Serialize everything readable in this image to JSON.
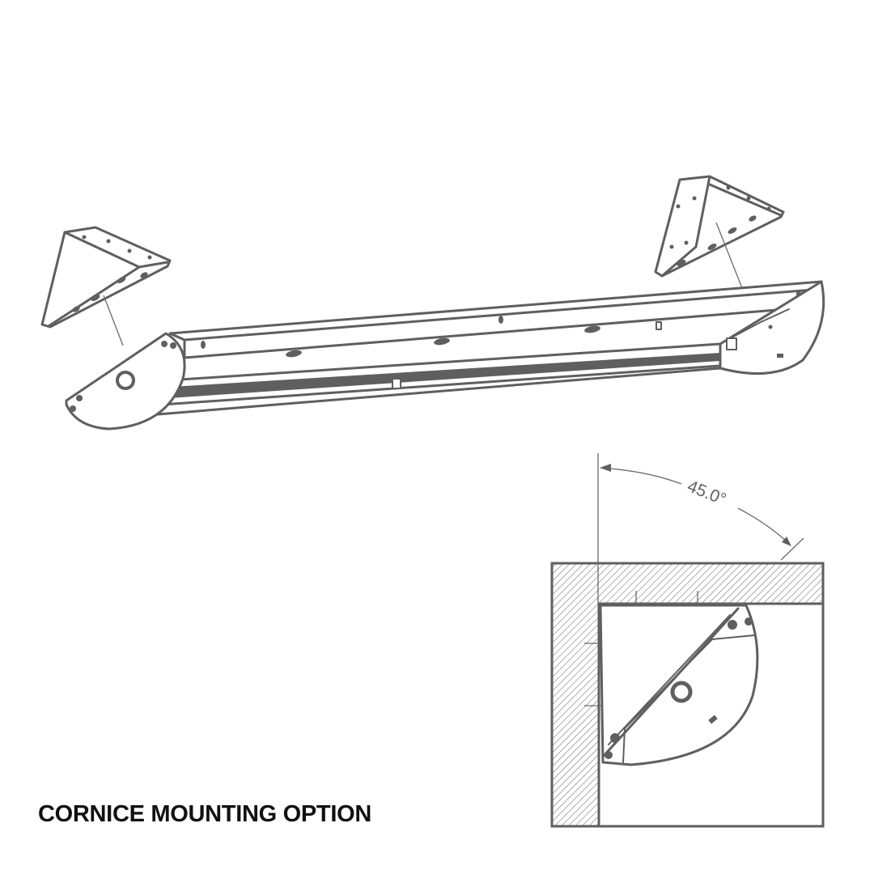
{
  "caption": "CORNICE MOUNTING OPTION",
  "detail": {
    "angle_label": "45.0°",
    "angle_value": 45.0
  },
  "colors": {
    "line": "#5f5f5f",
    "caption": "#111111",
    "background": "#ffffff"
  }
}
